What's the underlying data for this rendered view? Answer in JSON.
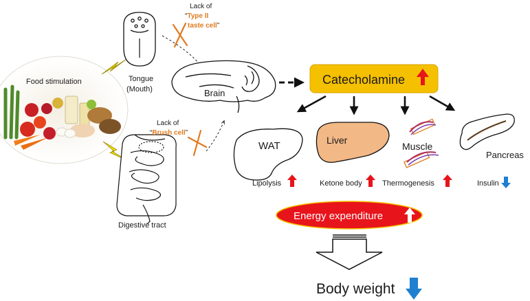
{
  "food": {
    "label": "Food stimulation"
  },
  "tongue": {
    "label_line1": "Tongue",
    "label_line2": "(Mouth)",
    "lack_prefix": "Lack of",
    "lack_q_open": "“",
    "lack_cell_line1": "Type II",
    "lack_cell_line2": "taste cell",
    "lack_q_close": "”"
  },
  "digestive": {
    "label": "Digestive tract",
    "lack_prefix": "Lack of",
    "lack_q_open": "“",
    "lack_cell": "Brush cell",
    "lack_q_close": "”"
  },
  "brain": {
    "label": "Brain"
  },
  "catecholamine": {
    "label": "Catecholamine",
    "trend": "up",
    "box_color": "#f5c000",
    "arrow_color": "#e8141b"
  },
  "organs": [
    {
      "name": "WAT",
      "effect": "Lipolysis",
      "trend": "up"
    },
    {
      "name": "Liver",
      "effect": "Ketone body",
      "trend": "up"
    },
    {
      "name": "Muscle",
      "effect": "Thermogenesis",
      "trend": "up"
    },
    {
      "name": "Pancreas",
      "effect": "Insulin",
      "trend": "down"
    }
  ],
  "energy": {
    "label": "Energy expenditure",
    "trend": "up",
    "fill_color": "#e8141b"
  },
  "body_weight": {
    "label": "Body weight",
    "trend": "down",
    "arrow_color": "#1f7fd0"
  },
  "colors": {
    "liver": "#f2b886",
    "highlight_text": "#e07a1f",
    "cross": "#e07a1f",
    "lightning": "#f4e000"
  }
}
